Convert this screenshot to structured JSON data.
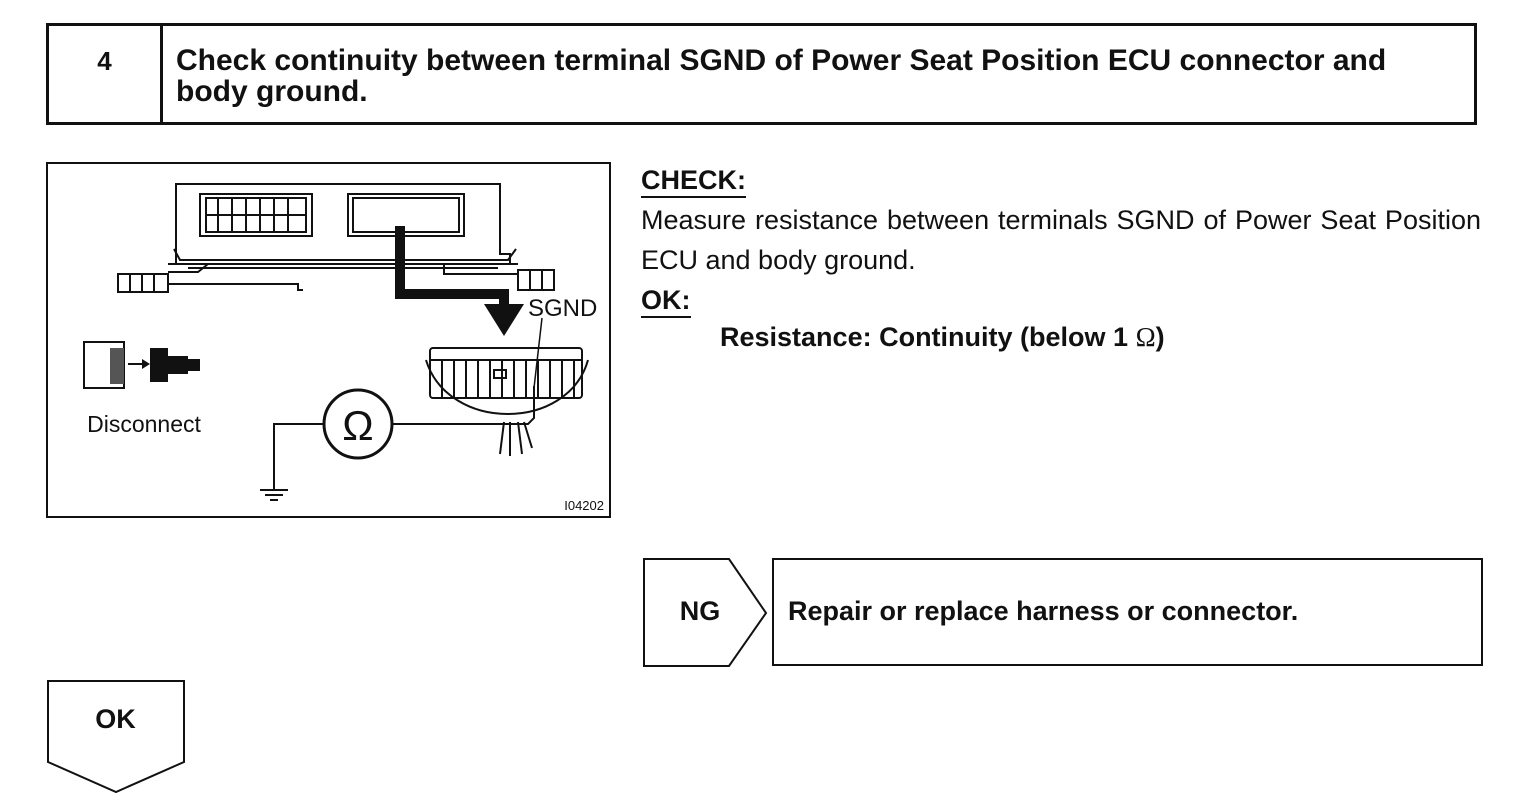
{
  "step": {
    "number": "4",
    "title": "Check continuity between terminal SGND of Power Seat Position ECU connector and body ground."
  },
  "figure": {
    "terminal_label": "SGND",
    "action_label": "Disconnect",
    "meter_symbol": "Ω",
    "figure_code": "I04202",
    "icons": [
      "connector-disconnect-icon",
      "ohmmeter-icon",
      "ground-icon"
    ]
  },
  "check": {
    "heading": "CHECK:",
    "text": "Measure resistance between terminals SGND of Power Seat Position ECU and body ground."
  },
  "ok_spec": {
    "heading": "OK:",
    "spec_text": "Resistance: Continuity (below 1 ",
    "unit": "Ω",
    "close": ")"
  },
  "ng_result": {
    "label": "NG",
    "action": "Repair or replace harness or connector."
  },
  "ok_result": {
    "label": "OK"
  }
}
